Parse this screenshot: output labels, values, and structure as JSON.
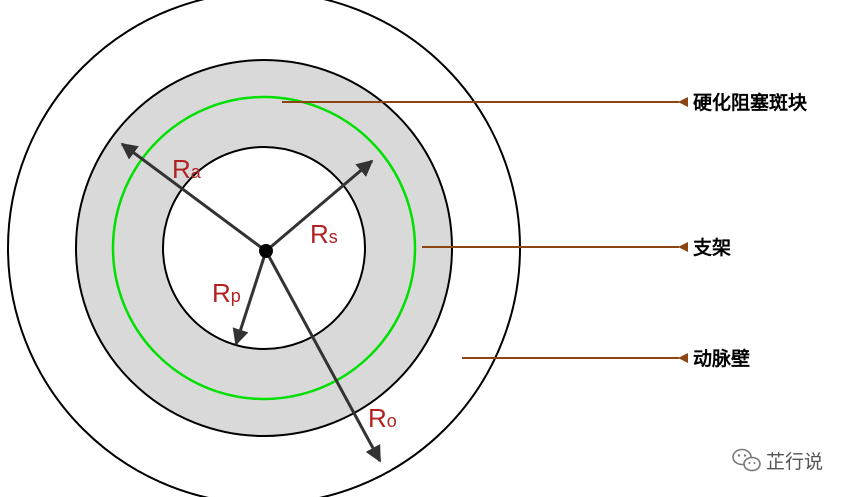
{
  "labels": {
    "plaque": "硬化阻塞斑块",
    "stent": "支架",
    "wall": "动脉壁"
  },
  "radii": {
    "ra": {
      "main": "R",
      "sub": "a"
    },
    "rs": {
      "main": "R",
      "sub": "s"
    },
    "rp": {
      "main": "R",
      "sub": "p"
    },
    "ro": {
      "main": "R",
      "sub": "o"
    }
  },
  "watermark": {
    "text": "芷行说",
    "icon": "wechat-icon"
  },
  "colors": {
    "plaque_fill": "#d9d9d9",
    "stent_ring": "#00e000",
    "pointer_arrow": "#8b4513",
    "radius_label": "#b22222"
  }
}
